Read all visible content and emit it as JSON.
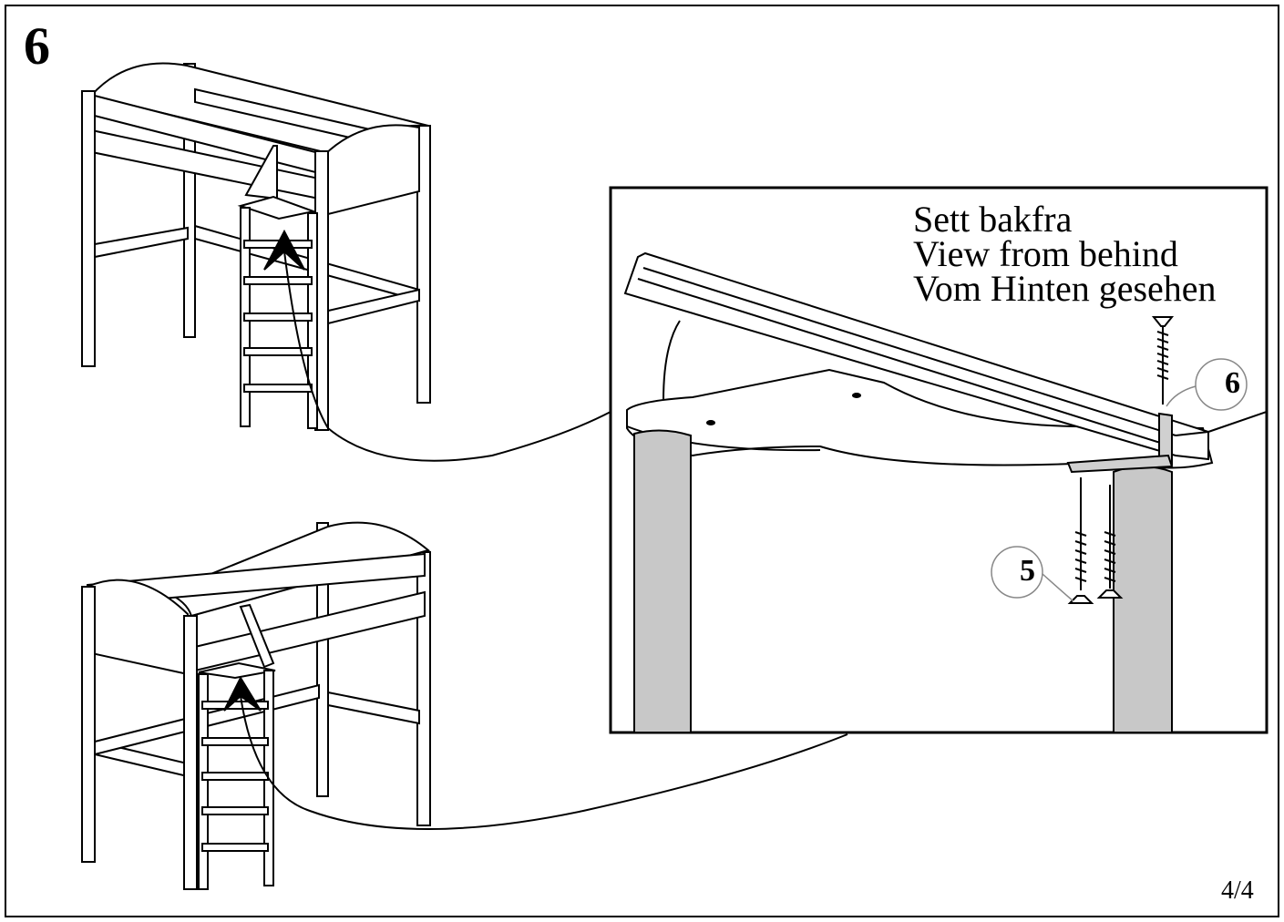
{
  "step": {
    "number": "6"
  },
  "detail_view": {
    "caption_lines": [
      "Sett bakfra",
      "View from behind",
      "Vom Hinten gesehen"
    ]
  },
  "parts": [
    {
      "number": "6",
      "icon": "bracket-icon"
    },
    {
      "number": "5",
      "icon": "screw-icon"
    }
  ],
  "page": {
    "counter": "4/4"
  },
  "colors": {
    "line": "#000000",
    "leg_fill": "#c8c8c8",
    "background": "#ffffff"
  }
}
